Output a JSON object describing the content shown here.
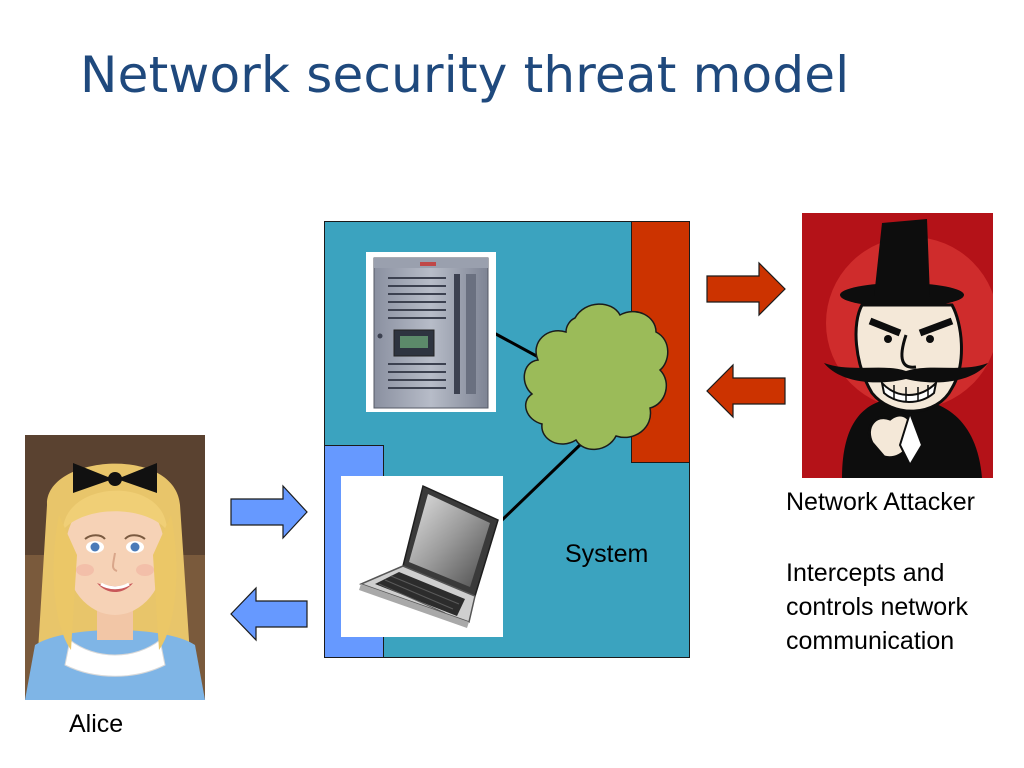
{
  "title": "Network security threat model",
  "system_label": "System",
  "alice": {
    "label": "Alice"
  },
  "attacker": {
    "label": "Network Attacker",
    "description_lines": [
      "Intercepts and",
      "controls network",
      "communication"
    ]
  },
  "colors": {
    "title": "#1F497D",
    "system_box": "#3BA3BF",
    "firewall": "#CC3300",
    "user_interface": "#6699FF",
    "cloud": "#9BBB59",
    "user_arrows": "#6699FF",
    "attacker_arrows": "#CC3300"
  },
  "icons": [
    "server-icon",
    "laptop-icon",
    "network-cloud-icon",
    "alice-portrait",
    "attacker-portrait"
  ]
}
